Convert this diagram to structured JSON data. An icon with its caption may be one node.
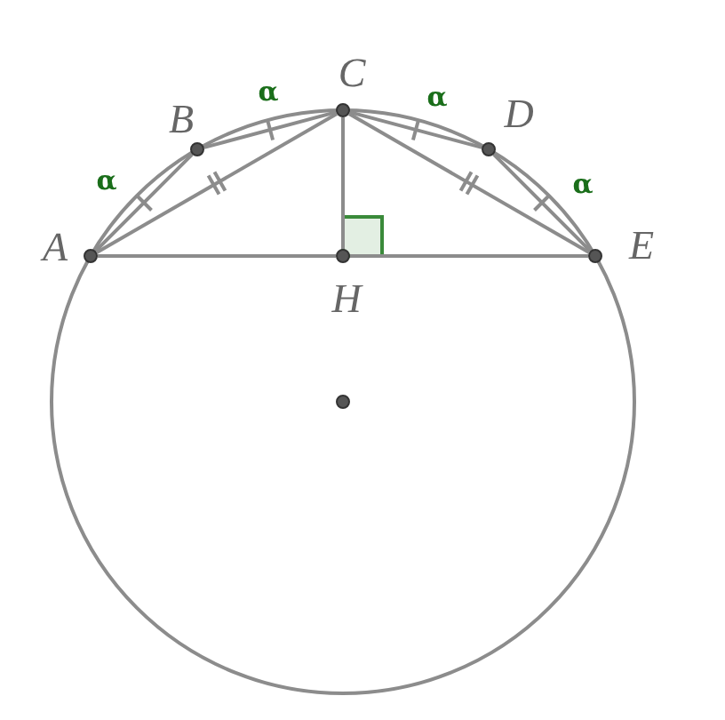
{
  "diagram": {
    "nodes": [
      {
        "text": [],
        "shape": "circle",
        "beside": [
          "A"
        ]
      },
      {
        "text": [],
        "shape": "circle",
        "beside": [
          "B"
        ]
      },
      {
        "text": [],
        "shape": "circle",
        "beside": [
          "C"
        ]
      },
      {
        "text": [],
        "shape": "circle",
        "beside": [
          "D"
        ]
      },
      {
        "text": [],
        "shape": "circle",
        "beside": [
          "E"
        ]
      },
      {
        "text": [],
        "shape": "circle",
        "beside": [
          "H"
        ]
      },
      {
        "text": [],
        "shape": "circle"
      }
    ],
    "edges": [
      {
        "from": 0,
        "to": 1,
        "arrow": "none"
      },
      {
        "from": 1,
        "to": 2,
        "arrow": "none"
      },
      {
        "from": 2,
        "to": 3,
        "arrow": "none"
      },
      {
        "from": 3,
        "to": 4,
        "arrow": "none"
      },
      {
        "from": 0,
        "to": 2,
        "arrow": "none"
      },
      {
        "from": 2,
        "to": 4,
        "arrow": "none"
      },
      {
        "from": 0,
        "to": 5,
        "arrow": "none"
      },
      {
        "from": 5,
        "to": 4,
        "arrow": "none"
      },
      {
        "from": 2,
        "to": 5,
        "arrow": "none"
      }
    ],
    "labels": [
      "α",
      "α",
      "α",
      "α"
    ]
  }
}
